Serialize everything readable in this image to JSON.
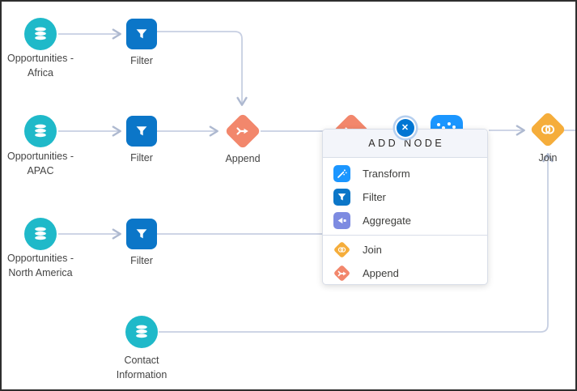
{
  "app": "data-prep-recipe-canvas",
  "colors": {
    "dataset_teal": "#1FB9C9",
    "filter_blue": "#0B76C8",
    "transform_blue": "#1B96FF",
    "aggregate_purple": "#7D8BE1",
    "join_yellow": "#F5AD3B",
    "append_orange": "#F2876C",
    "connector_gray": "#C7CFE2",
    "close_button_blue": "#0176D3"
  },
  "nodes": {
    "opp_africa": {
      "label": "Opportunities -\nAfrica",
      "type": "input-data"
    },
    "filter_africa": {
      "label": "Filter",
      "type": "filter"
    },
    "opp_apac": {
      "label": "Opportunities -\nAPAC",
      "type": "input-data"
    },
    "filter_apac": {
      "label": "Filter",
      "type": "filter"
    },
    "append": {
      "label": "Append",
      "type": "append"
    },
    "opp_na": {
      "label": "Opportunities -\nNorth America",
      "type": "input-data"
    },
    "filter_na": {
      "label": "Filter",
      "type": "filter"
    },
    "contact": {
      "label": "Contact\nInformation",
      "type": "input-data"
    },
    "join": {
      "label": "Join",
      "type": "join"
    }
  },
  "popup": {
    "title": "ADD NODE",
    "close_icon": "x-circle",
    "items": [
      {
        "label": "Transform",
        "icon": "transform-icon"
      },
      {
        "label": "Filter",
        "icon": "filter-icon"
      },
      {
        "label": "Aggregate",
        "icon": "aggregate-icon"
      },
      {
        "label": "Join",
        "icon": "join-icon"
      },
      {
        "label": "Append",
        "icon": "append-icon"
      }
    ]
  }
}
